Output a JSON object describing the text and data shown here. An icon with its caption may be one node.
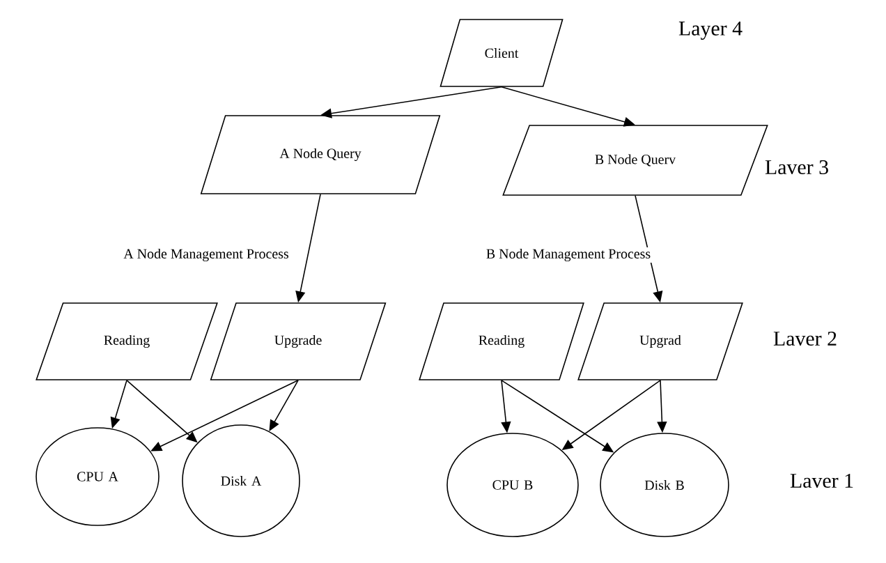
{
  "diagram": {
    "nodes": [
      {
        "text": [
          "Client"
        ]
      },
      {
        "text": [
          "A Node Query"
        ]
      },
      {
        "text": [
          "B Node Querv"
        ]
      },
      {
        "text": [
          "Reading"
        ]
      },
      {
        "text": [
          "Upgrade"
        ]
      },
      {
        "text": [
          "Reading"
        ]
      },
      {
        "text": [
          "Upgrad"
        ]
      },
      {
        "text": [
          "CPU A"
        ]
      },
      {
        "text": [
          "Disk A"
        ]
      },
      {
        "text": [
          "CPU B"
        ]
      },
      {
        "text": [
          "Disk B"
        ]
      }
    ],
    "edges": [
      {
        "from": 0,
        "to": 1,
        "arrow": "to"
      },
      {
        "from": 0,
        "to": 2,
        "arrow": "to"
      },
      {
        "from": 1,
        "to": 4,
        "arrow": "to",
        "label": "A Node Management Process"
      },
      {
        "from": 2,
        "to": 6,
        "arrow": "to",
        "label": "B Node Management Process"
      },
      {
        "from": 3,
        "to": 7,
        "arrow": "to"
      },
      {
        "from": 3,
        "to": 8,
        "arrow": "to"
      },
      {
        "from": 4,
        "to": 7,
        "arrow": "to"
      },
      {
        "from": 4,
        "to": 8,
        "arrow": "to"
      },
      {
        "from": 5,
        "to": 9,
        "arrow": "to"
      },
      {
        "from": 5,
        "to": 10,
        "arrow": "to"
      },
      {
        "from": 6,
        "to": 9,
        "arrow": "to"
      },
      {
        "from": 6,
        "to": 10,
        "arrow": "to"
      }
    ],
    "labels": [
      "Layer 4",
      "Laver 3",
      "Laver 2",
      "Laver 1"
    ]
  }
}
